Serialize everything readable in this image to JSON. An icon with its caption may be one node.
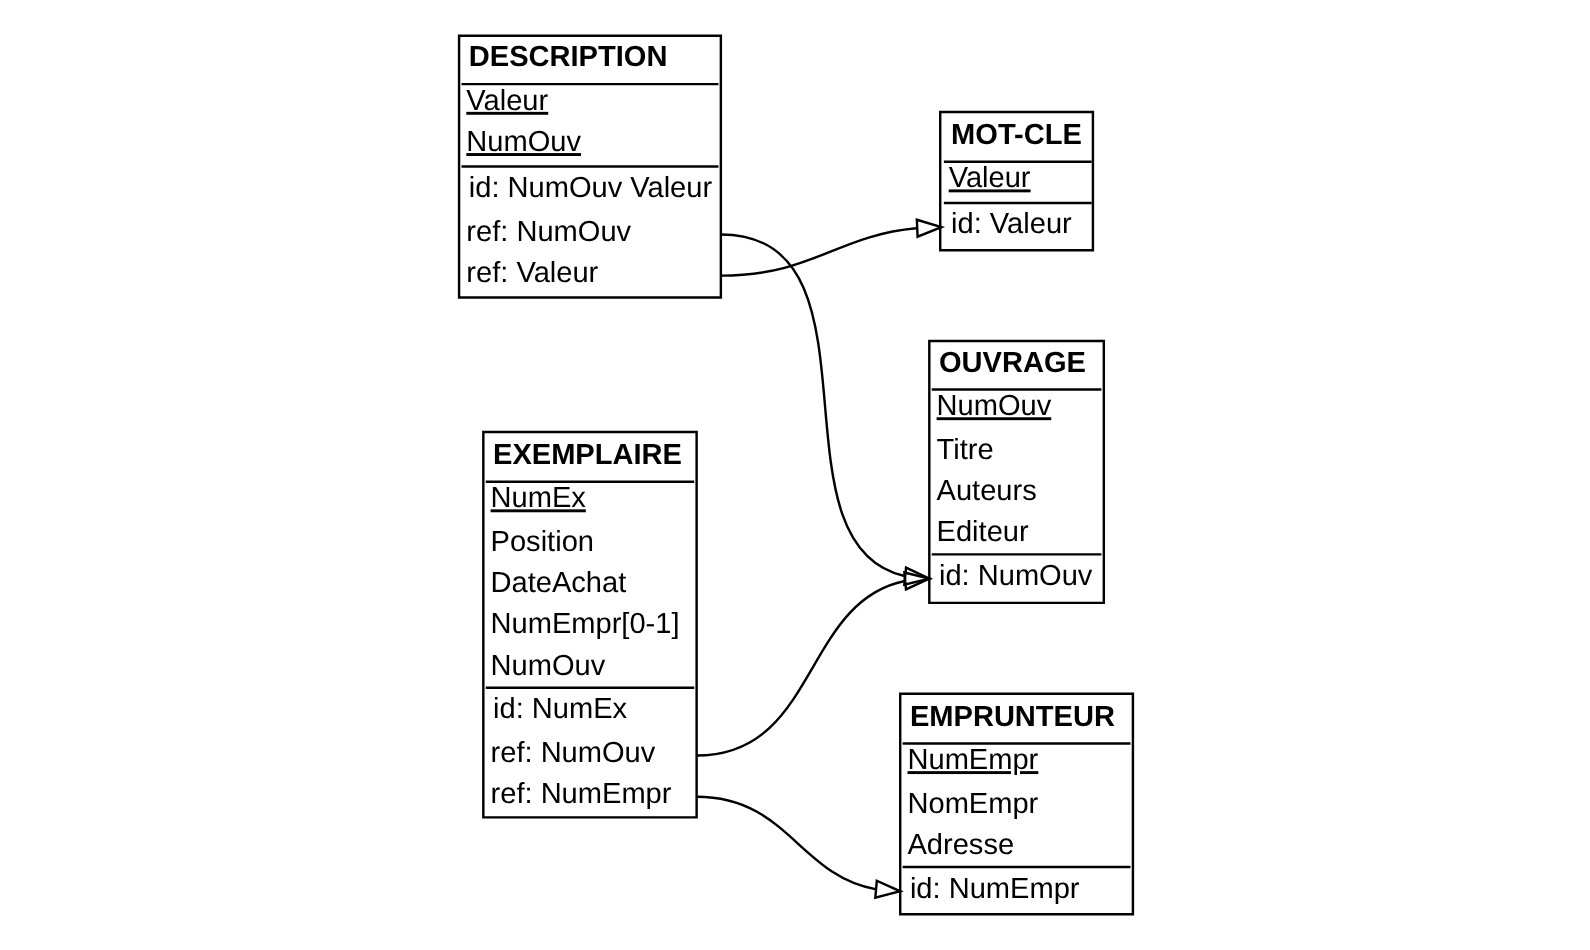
{
  "diagram": {
    "nodes": [
      {
        "text": [
          "MOT-CLE",
          "Valeur",
          "id: Valeur"
        ]
      },
      {
        "text": [
          "DESCRIPTION",
          "Valeur",
          "NumOuv",
          "id: NumOuv Valeur",
          "ref: NumOuv",
          "ref: Valeur"
        ]
      },
      {
        "text": [
          "OUVRAGE",
          "NumOuv",
          "Titre",
          "Auteurs",
          "Editeur",
          "id: NumOuv"
        ]
      },
      {
        "text": [
          "EMPRUNTEUR",
          "NumEmpr",
          "NomEmpr",
          "Adresse",
          "id: NumEmpr"
        ]
      },
      {
        "text": [
          "EXEMPLAIRE",
          "NumEx",
          "Position",
          "DateAchat",
          "NumEmpr[0-1]",
          "NumOuv",
          "id: NumEx",
          "ref: NumOuv",
          "ref: NumEmpr"
        ]
      }
    ],
    "edges": [
      {
        "from": 1,
        "to": 0,
        "arrow": "to"
      },
      {
        "from": 1,
        "to": 2,
        "arrow": "to"
      },
      {
        "from": 4,
        "to": 2,
        "arrow": "to"
      },
      {
        "from": 4,
        "to": 3,
        "arrow": "to"
      }
    ]
  }
}
